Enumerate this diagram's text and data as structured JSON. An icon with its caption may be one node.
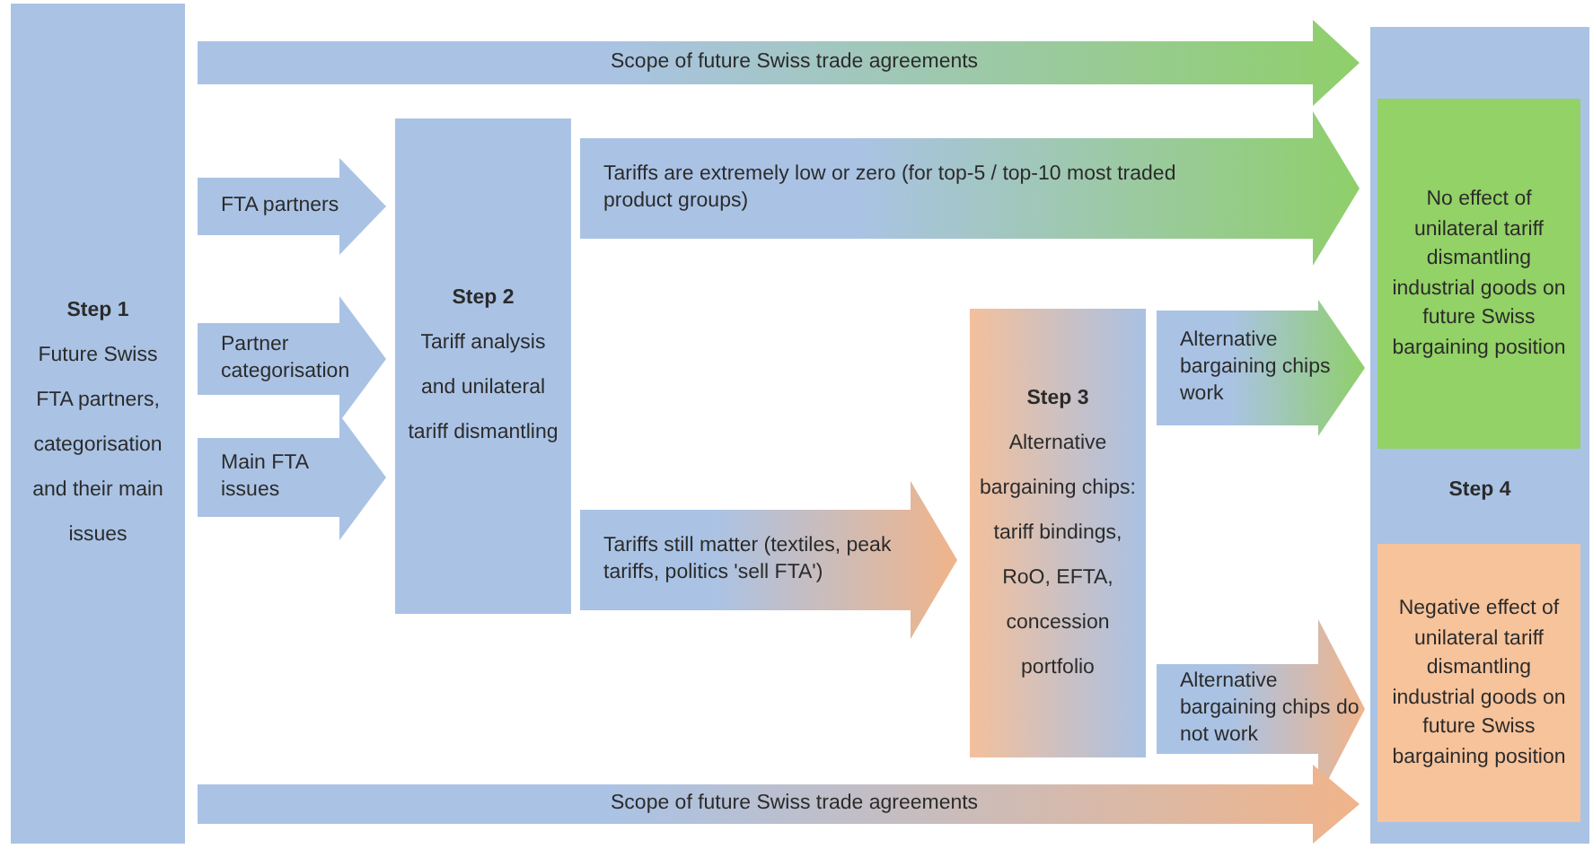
{
  "diagram": {
    "nodes": [
      {
        "text": [
          "Step 1",
          "Future Swiss FTA partners, categorisation and their main issues"
        ]
      },
      {
        "text": [
          "Step 2",
          "Tariff analysis and unilateral tariff dismantling"
        ]
      },
      {
        "text": [
          "Step 3",
          "Alternative bargaining chips: tariff bindings, RoO, EFTA, concession portfolio"
        ]
      },
      {
        "text": [
          "Step 4"
        ]
      },
      {
        "text": [
          "No effect of unilateral tariff dismantling industrial goods on future Swiss bargaining position"
        ],
        "in": 3
      },
      {
        "text": [
          "Negative effect of unilateral tariff dismantling industrial goods on future Swiss bargaining position"
        ],
        "in": 3
      }
    ],
    "edges": [
      {
        "from": 0,
        "to": 3,
        "arrow": "to",
        "label": "Scope of future Swiss trade agreements",
        "style": "thick",
        "color": "#8fcf6a"
      },
      {
        "from": 0,
        "to": 1,
        "arrow": "to",
        "label": "FTA partners",
        "style": "thick"
      },
      {
        "from": 0,
        "to": 1,
        "arrow": "to",
        "label": "Partner categorisation",
        "style": "thick"
      },
      {
        "from": 0,
        "to": 1,
        "arrow": "to",
        "label": "Main FTA issues",
        "style": "thick"
      },
      {
        "from": 1,
        "to": 4,
        "arrow": "to",
        "label": "Tariffs are extremely low or zero (for top-5 / top-10 most traded product groups)",
        "style": "thick",
        "color": "#8fcf6a"
      },
      {
        "from": 1,
        "to": 2,
        "arrow": "to",
        "label": "Tariffs still matter (textiles, peak tariffs, politics 'sell FTA')",
        "style": "thick",
        "color": "#f0b48a"
      },
      {
        "from": 2,
        "to": 4,
        "arrow": "to",
        "label": "Alternative bargaining chips work",
        "style": "thick",
        "color": "#8fcf6a"
      },
      {
        "from": 2,
        "to": 5,
        "arrow": "to",
        "label": "Alternative bargaining chips do not work",
        "style": "thick",
        "color": "#f0b48a"
      },
      {
        "from": 0,
        "to": 3,
        "arrow": "to",
        "label": "Scope of future Swiss trade agreements",
        "style": "thick",
        "color": "#f0b48a"
      }
    ]
  }
}
